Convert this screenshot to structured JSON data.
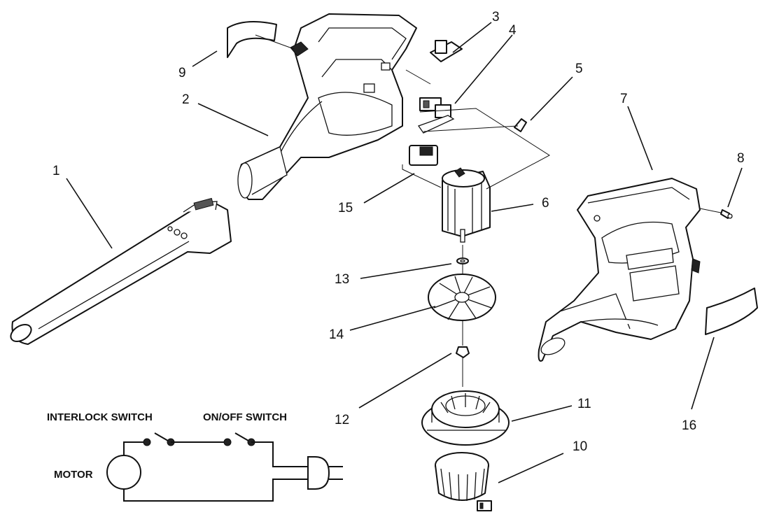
{
  "callouts": [
    {
      "id": "1",
      "label": "1"
    },
    {
      "id": "2",
      "label": "2"
    },
    {
      "id": "3",
      "label": "3"
    },
    {
      "id": "4",
      "label": "4"
    },
    {
      "id": "5",
      "label": "5"
    },
    {
      "id": "6",
      "label": "6"
    },
    {
      "id": "7",
      "label": "7"
    },
    {
      "id": "8",
      "label": "8"
    },
    {
      "id": "9",
      "label": "9"
    },
    {
      "id": "10",
      "label": "10"
    },
    {
      "id": "11",
      "label": "11"
    },
    {
      "id": "12",
      "label": "12"
    },
    {
      "id": "13",
      "label": "13"
    },
    {
      "id": "14",
      "label": "14"
    },
    {
      "id": "15",
      "label": "15"
    },
    {
      "id": "16",
      "label": "16"
    }
  ],
  "schematic": {
    "interlock_label": "INTERLOCK SWITCH",
    "onoff_label": "ON/OFF SWITCH",
    "motor_label": "MOTOR"
  },
  "colors": {
    "ink": "#111111",
    "background": "#ffffff"
  }
}
